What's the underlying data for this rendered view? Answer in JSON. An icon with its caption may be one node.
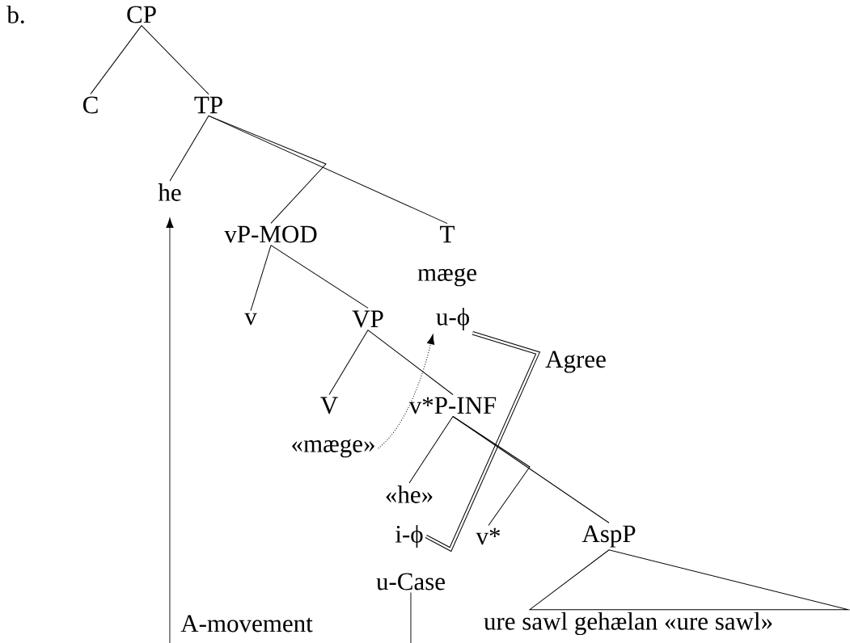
{
  "diagram": {
    "nodes": [
      {
        "text": [
          "CP"
        ]
      },
      {
        "text": [
          "C"
        ]
      },
      {
        "text": [
          "TP"
        ]
      },
      {
        "text": [
          "he"
        ]
      },
      {
        "text": [
          "vP-MOD"
        ]
      },
      {
        "text": [
          "T"
        ]
      },
      {
        "text": [
          "mæge"
        ]
      },
      {
        "text": [
          "v"
        ]
      },
      {
        "text": [
          "VP"
        ]
      },
      {
        "text": [
          "u-ϕ"
        ]
      },
      {
        "text": [
          "V"
        ]
      },
      {
        "text": [
          "v*P-INF"
        ]
      },
      {
        "text": [
          "«mæge»"
        ]
      },
      {
        "text": [
          "«he»"
        ]
      },
      {
        "text": [
          "i-ϕ"
        ]
      },
      {
        "text": [
          "v*"
        ]
      },
      {
        "text": [
          "AspP"
        ]
      },
      {
        "text": [
          "u-Case"
        ]
      },
      {
        "text": [
          "ure sawl gehælan «ure sawl»"
        ]
      }
    ],
    "edges": [
      {
        "from": 0,
        "to": 1,
        "arrow": "none"
      },
      {
        "from": 0,
        "to": 2,
        "arrow": "none"
      },
      {
        "from": 2,
        "to": 3,
        "arrow": "none"
      },
      {
        "from": 2,
        "to": 4,
        "arrow": "none"
      },
      {
        "from": 2,
        "to": 5,
        "arrow": "none"
      },
      {
        "from": 4,
        "to": 7,
        "arrow": "none"
      },
      {
        "from": 4,
        "to": 8,
        "arrow": "none"
      },
      {
        "from": 8,
        "to": 10,
        "arrow": "none"
      },
      {
        "from": 8,
        "to": 11,
        "arrow": "none"
      },
      {
        "from": 12,
        "to": 9,
        "arrow": "to",
        "style": "dashed"
      },
      {
        "from": 9,
        "to": 14,
        "arrow": "none",
        "label": "Agree",
        "style": "thick"
      },
      {
        "from": 11,
        "to": 13,
        "arrow": "none"
      },
      {
        "from": 11,
        "to": 15,
        "arrow": "none"
      },
      {
        "from": 11,
        "to": 16,
        "arrow": "none"
      },
      {
        "from": 16,
        "to": 18,
        "arrow": "none"
      },
      {
        "from": null,
        "to": 3,
        "arrow": "to"
      },
      {
        "from": 17,
        "to": null,
        "arrow": "none"
      }
    ],
    "labels": [
      "b.",
      "A-movement"
    ]
  }
}
